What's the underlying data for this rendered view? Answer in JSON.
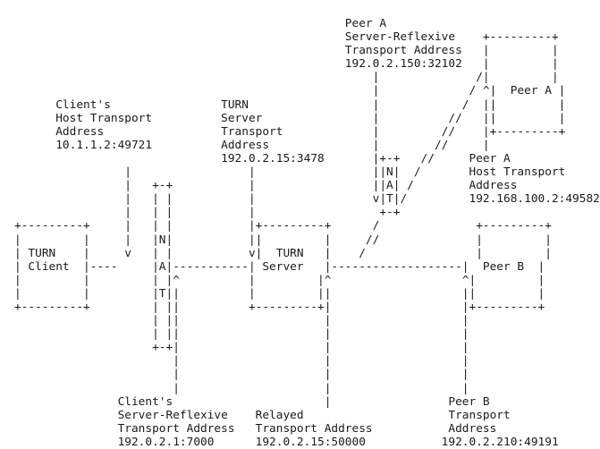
{
  "diagram": {
    "text_color": "#1a1a1a",
    "background": "#ffffff",
    "lines": [
      "                                                Peer A",
      "                                                Server-Reflexive    +---------+",
      "                                                Transport Address   |         |",
      "                                                192.0.2.150:32102   |         |",
      "                                                    |              /|         |",
      "                                                    |             / ^|  Peer A |",
      "      Client's                TURN                  |            /  ||         |",
      "      Host Transport          Server                |          //   ||         |",
      "      Address                 Transport             |         //    |+---------+",
      "      10.1.1.2:49721          Address               |        //     |",
      "                              192.0.2.15:3478       |+-+   //     Peer A",
      "                |                 |                 ||N|  /       Host Transport",
      "                |   +-+           |                 ||A| /        Address",
      "                |   | |           |                 v|T|/         192.168.100.2:49582",
      "                |   | |           |                  +-+",
      "+---------+     |   | |           |+---------+      /              +---------+",
      "|         |     |   |N|           ||         |     //              |         |",
      "| TURN    |     v   | |           v|  TURN   |    /                |         |",
      "| Client  |----     |A|-----------| Server   |-------------------|  Peer B  |",
      "|         |         | |^          |         |^                   ^|         |",
      "|         |         |T||          |         ||                   ||         |",
      "+---------+         | ||          +---------+|                   |+---------+",
      "                    | ||                     |                   |",
      "                    | ||                     |                   |",
      "                    +-+|                     |                   |",
      "                       |                     |                   |",
      "                       |                     |                   |",
      "                       |                     |                   |",
      "               Client's                      |                 Peer B",
      "               Server-Reflexive    Relayed                     Transport",
      "               Transport Address   Transport Address           Address",
      "               192.0.2.1:7000      192.0.2.15:50000           192.0.2.210:49191"
    ]
  }
}
